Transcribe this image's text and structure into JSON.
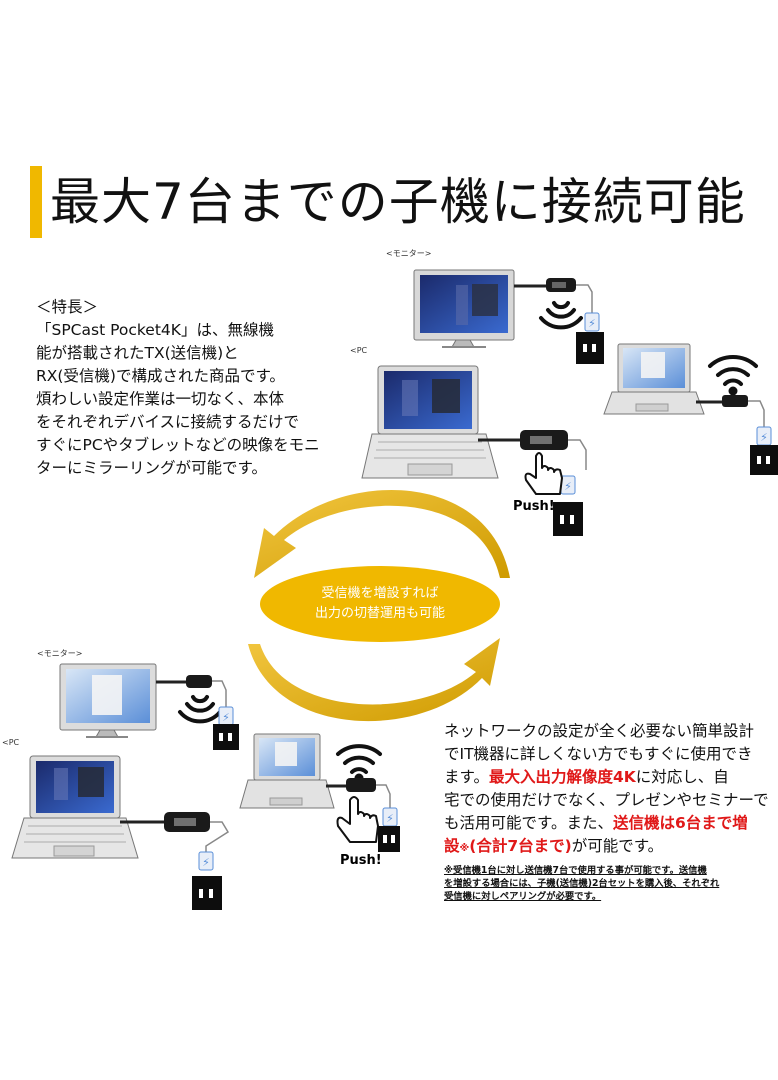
{
  "title": "最大7台までの子機に接続可能",
  "labels": {
    "monitor_top": "<モニター>",
    "pc_top": "<PC",
    "monitor_bottom": "<モニター>",
    "pc_bottom": "<PC",
    "push_top": "Push!",
    "push_bottom": "Push!"
  },
  "features": {
    "heading": "＜特長＞",
    "lines": [
      "「SPCast Pocket4K」は、無線機",
      "能が搭載されたTX(送信機)と",
      "RX(受信機)で構成された商品です。",
      "煩わしい設定作業は一切なく、本体",
      "をそれぞれデバイスに接続するだけで",
      "すぐにPCやタブレットなどの映像をモニ",
      "ターにミラーリングが可能です。"
    ]
  },
  "cycle": {
    "line1": "受信機を増設すれば",
    "line2": "出力の切替運用も可能"
  },
  "bottom_text": {
    "l1": "ネットワークの設定が全く必要ない簡単設計",
    "l2": "でIT機器に詳しくない方でもすぐに使用でき",
    "l3a": "ます。",
    "l3b": "最大入出力解像度4K",
    "l3c": "に対応し、自",
    "l4": "宅での使用だけでなく、プレゼンやセミナーで",
    "l5a": "も活用可能です。また、",
    "l5b": "送信機は6台まで増",
    "l6a": "設",
    "l6b": "※",
    "l6c": "(合計7台まで)",
    "l6d": "が可能です。"
  },
  "note": {
    "lines": [
      "※受信機1台に対し送信機7台で使用する事が可能です。送信機",
      "を増設する場合には、子機(送信機)2台セットを購入後、それぞれ",
      "受信機に対しペアリングが必要です。"
    ]
  },
  "colors": {
    "accent_bar": "#f0b800",
    "arrow_gold": "#e8b400",
    "oval_gold": "#f0b800",
    "highlight_red": "#e01818"
  }
}
